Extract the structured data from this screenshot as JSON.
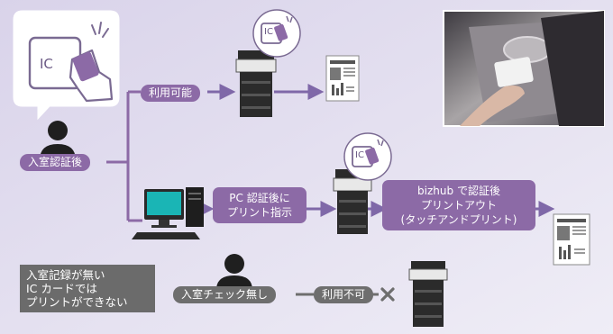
{
  "labels": {
    "usable": "利用可能",
    "after_entry": "入室認証後",
    "pc_auth_line1": "PC 認証後に",
    "pc_auth_line2": "プリント指示",
    "bizhub_line1": "bizhub で認証後",
    "bizhub_line2": "プリントアウト",
    "bizhub_line3": "(タッチアンドプリント)",
    "no_entry_check": "入室チェック無し",
    "not_usable": "利用不可"
  },
  "notice": {
    "line1": "入室記録が無い",
    "line2": "IC カードでは",
    "line3": "プリントができない"
  },
  "card_text": "IC",
  "colors": {
    "background": "#e6e2f1",
    "accent": "#8c6aa6",
    "gray_label": "#6e6e6e",
    "notice_bg": "#6b6b6b",
    "arrow": "#7f68a8"
  },
  "icons": {
    "ic_card_hand": "ic-card-hand-icon",
    "person": "person-icon",
    "mfp": "multifunction-printer-icon",
    "document": "printed-document-icon",
    "pc": "desktop-computer-icon",
    "forbidden": "x-mark-icon",
    "photo": "card-reader-photo"
  }
}
